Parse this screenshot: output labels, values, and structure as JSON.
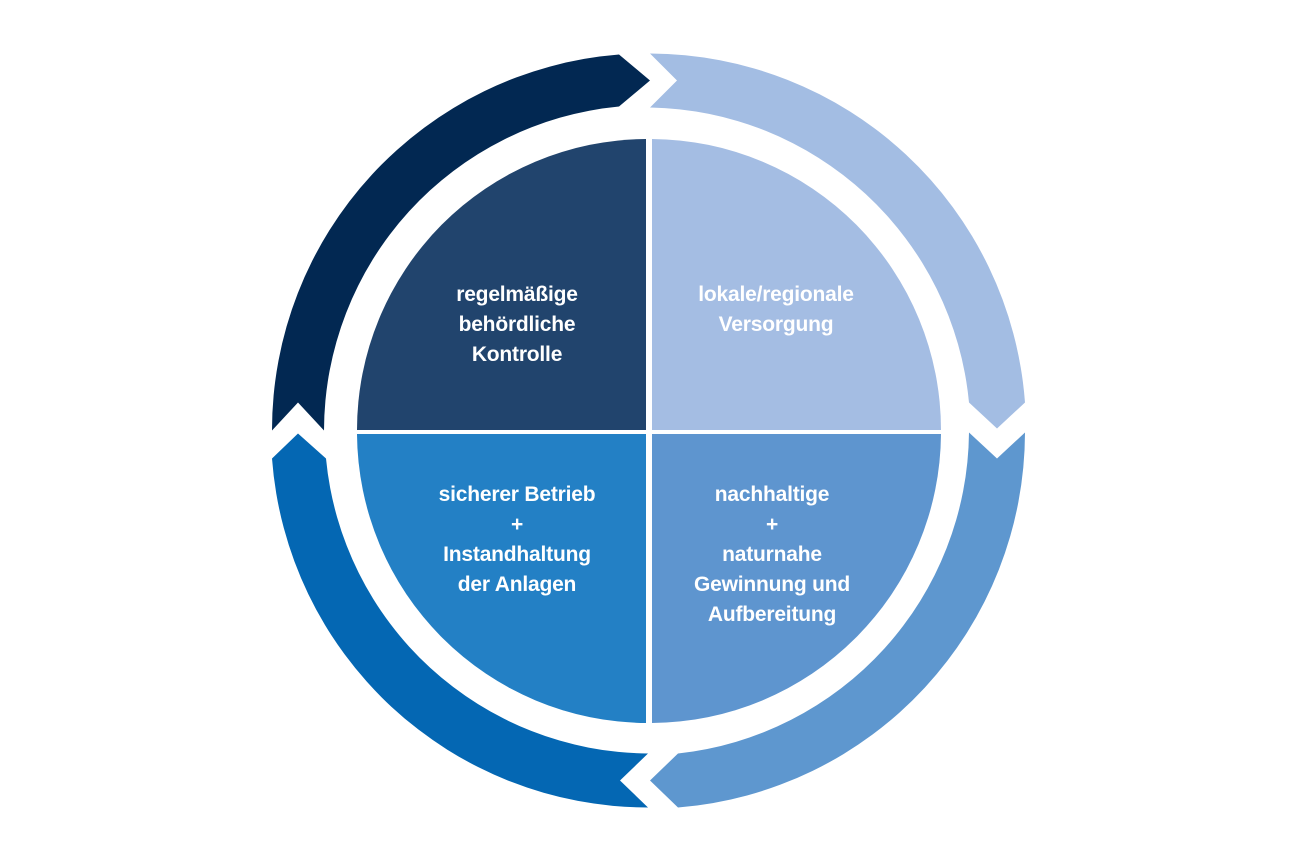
{
  "colors": {
    "background": "#ffffff",
    "arrow_top_left": "#022852",
    "arrow_top_right": "#a3bde3",
    "arrow_bottom_right": "#5e97cf",
    "arrow_bottom_left": "#0467b3",
    "quad_top_left": "#21446d",
    "quad_top_right": "#a4bde3",
    "quad_bottom_left": "#2380c5",
    "quad_bottom_right": "#5e95cf",
    "text": "#ffffff"
  },
  "quadrants": {
    "top_left": {
      "line1": "regelmäßige",
      "line2": "behördliche",
      "line3": "Kontrolle"
    },
    "top_right": {
      "line1": "lokale/regionale",
      "line2": "Versorgung"
    },
    "bottom_left": {
      "line1": "sicherer Betrieb",
      "line2": "+",
      "line3": "Instandhaltung",
      "line4": "der Anlagen"
    },
    "bottom_right": {
      "line1": "nachhaltige",
      "line2": "+",
      "line3": "naturnahe",
      "line4": "Gewinnung und",
      "line5": "Aufbereitung"
    }
  }
}
